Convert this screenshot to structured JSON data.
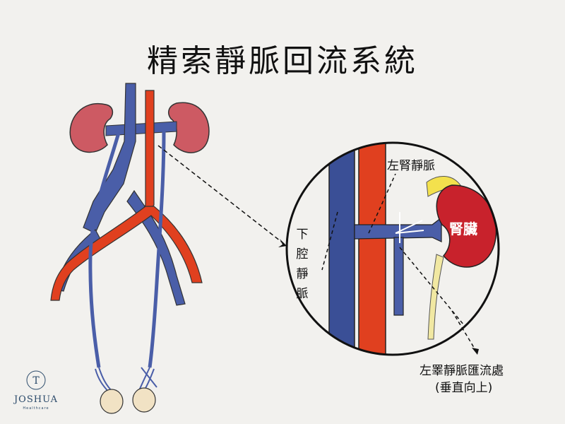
{
  "title": "精索靜脈回流系統",
  "labels": {
    "left_renal_vein": "左腎靜脈",
    "kidney": "腎臟",
    "ivc": "下腔靜脈",
    "drain_line1": "左睪靜脈匯流處",
    "drain_line2": "(垂直向上)"
  },
  "logo": {
    "name": "JOSHUA",
    "sub": "Healthcare"
  },
  "colors": {
    "vein": "#4a5ea8",
    "artery": "#e0401f",
    "kidney": "#cd5a63",
    "kidney_zoom": "#c8222c",
    "adrenal": "#f3e14d",
    "ureter": "#f1e8a2",
    "background": "#f2f1ee"
  }
}
